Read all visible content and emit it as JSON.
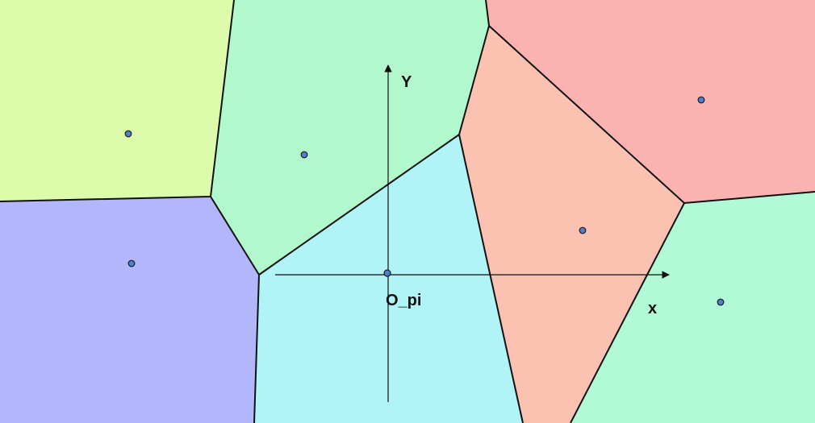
{
  "diagram": {
    "type": "voronoi",
    "labels": {
      "y_axis": "Y",
      "x_axis": "x",
      "origin": "O_pi"
    },
    "colors": {
      "site_fill": "#4f7fd0",
      "edge": "#111111",
      "cell_yellow_green": "#dcfcab",
      "cell_green": "#b1f9cd",
      "cell_red": "#fab3b1",
      "cell_blue_purple": "#b1b7fa",
      "cell_cyan": "#b1f4f8",
      "cell_salmon": "#fbc2b2",
      "cell_green_right": "#b1f9d7"
    }
  }
}
